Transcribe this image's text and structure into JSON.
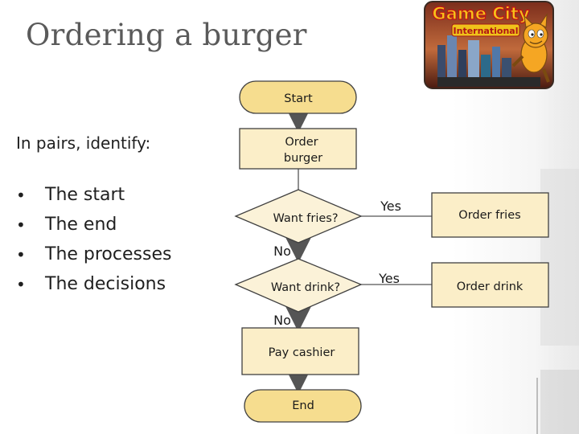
{
  "title": "Ordering a burger",
  "intro": "In pairs, identify:",
  "bullets": [
    "The start",
    "The end",
    "The processes",
    "The decisions"
  ],
  "logo": {
    "line1": "Game City",
    "line2": "International",
    "icon": "scratch-cat-mascot"
  },
  "flowchart": {
    "start": "Start",
    "order_burger": [
      "Order",
      "burger"
    ],
    "decision_fries": "Want fries?",
    "decision_drink": "Want drink?",
    "order_fries": "Order fries",
    "order_drink": "Order drink",
    "pay": "Pay cashier",
    "end": "End",
    "yes_fries": "Yes",
    "yes_drink": "Yes",
    "no_fries": "No",
    "no_drink": "No"
  },
  "colors": {
    "terminal_fill": "#f6dd8f",
    "process_fill": "#fbeec8",
    "decision_fill": "#fbf2d8",
    "node_stroke": "#404040",
    "title": "#5a5a5a"
  }
}
